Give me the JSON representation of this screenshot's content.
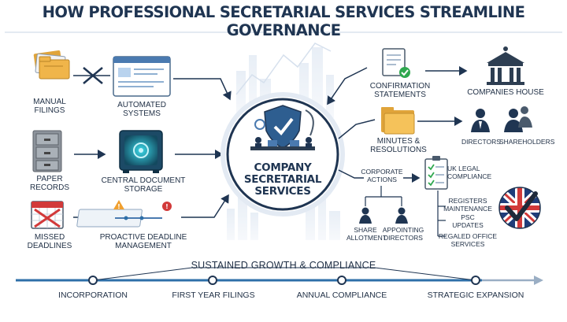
{
  "title": "HOW PROFESSIONAL SECRETARIAL SERVICES STREAMLINE GOVERNANCE",
  "left_column": [
    {
      "old": "MANUAL\nFILINGS",
      "new": "AUTOMATED\nSYSTEMS"
    },
    {
      "old": "PAPER\nRECORDS",
      "new": "CENTRAL DOCUMENT\nSTORAGE"
    },
    {
      "old": "MISSED\nDEADLINES",
      "new": "PROACTIVE DEADLINE\nMANAGEMENT"
    }
  ],
  "center": {
    "label": "COMPANY\nSECRETARIAL\nSERVICES"
  },
  "right": {
    "confirmation": "CONFIRMATION\nSTATEMENTS",
    "companies_house": "COMPANIES HOUSE",
    "minutes": "MINUTES &\nRESOLUTIONS",
    "directors": "DIRECTORS",
    "shareholders": "SHAREHOLDERS",
    "corporate_actions": "CORPORATE\nACTIONS",
    "share_allotment": "SHARE\nALLOTMENT",
    "appointing_directors": "APPOINTING\nDIRECTORS",
    "uk_legal": "UK LEGAL\nCOMPLIANCE",
    "compliance_items": [
      "REGISTERS\nMAINTENANCE",
      "PSC\nUPDATES",
      "REGALED OFFICE\nSERVICES"
    ]
  },
  "growth_label": "SUSTAINED GROWTH & COMPLIANCE",
  "timeline": [
    "INCORPORATION",
    "FIRST YEAR FILINGS",
    "ANNUAL COMPLIANCE",
    "STRATEGIC EXPANSION"
  ],
  "colors": {
    "navy": "#1f3552",
    "accent_blue": "#2e6fa8",
    "teal": "#2aa0a8",
    "green": "#2fa84f",
    "red": "#d23a3a",
    "folder": "#f0b54a"
  },
  "icons": [
    "folder-stack-icon",
    "cross-icon",
    "browser-window-icon",
    "filing-cabinet-icon",
    "digital-safe-icon",
    "calendar-x-icon",
    "timeline-warning-icon",
    "shield-check-icon",
    "document-check-icon",
    "courthouse-icon",
    "folder-icon",
    "director-person-icon",
    "shareholders-icon",
    "checklist-icon",
    "uk-flag-check-icon"
  ]
}
